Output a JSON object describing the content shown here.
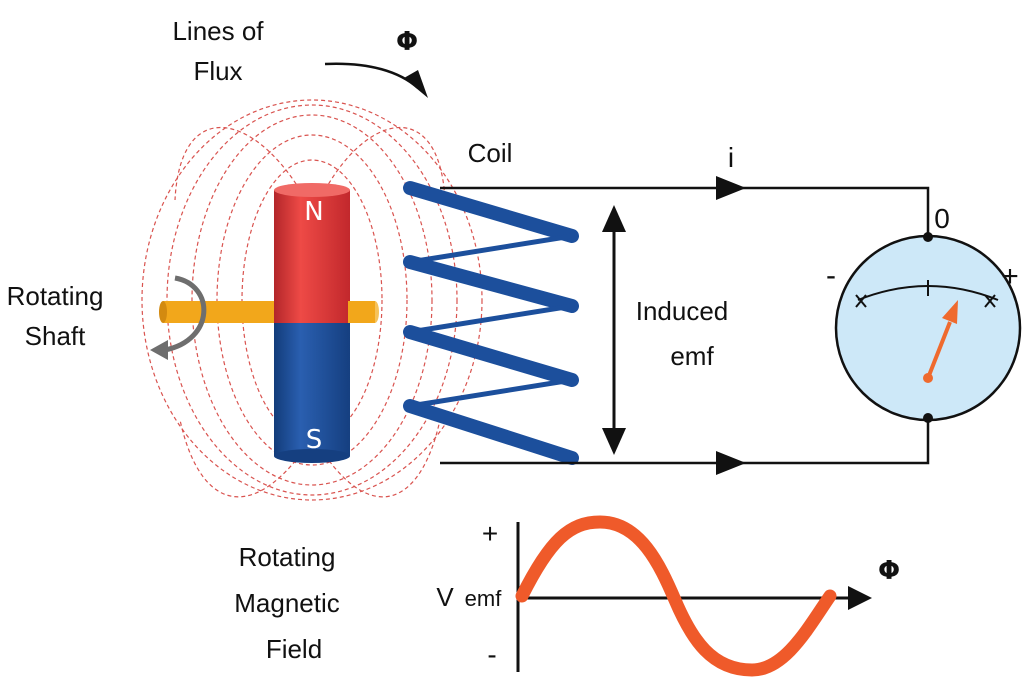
{
  "labels": {
    "lines_of_flux_1": "Lines of",
    "lines_of_flux_2": "Flux",
    "phi_top": "Φ",
    "coil": "Coil",
    "current": "i",
    "meter_zero": "0",
    "meter_minus": "-",
    "meter_plus": "+",
    "rotating_shaft_1": "Rotating",
    "rotating_shaft_2": "Shaft",
    "induced_emf_1": "Induced",
    "induced_emf_2": "emf",
    "north": "N",
    "south": "S",
    "rotating_field_1": "Rotating",
    "rotating_field_2": "Magnetic",
    "rotating_field_3": "Field",
    "graph_plus": "+",
    "graph_minus": "-",
    "graph_v": "V",
    "graph_emf": "emf",
    "phi_graph": "Φ"
  },
  "colors": {
    "magnet_north": "#e2383a",
    "magnet_south": "#1c4f9c",
    "shaft": "#f2a71b",
    "coil": "#1c4f9c",
    "flux_lines": "#d9534f",
    "meter_face": "#cde8f8",
    "meter_needle": "#ef6a2e",
    "sine_wave": "#ef5a2a",
    "wire": "#111111"
  }
}
